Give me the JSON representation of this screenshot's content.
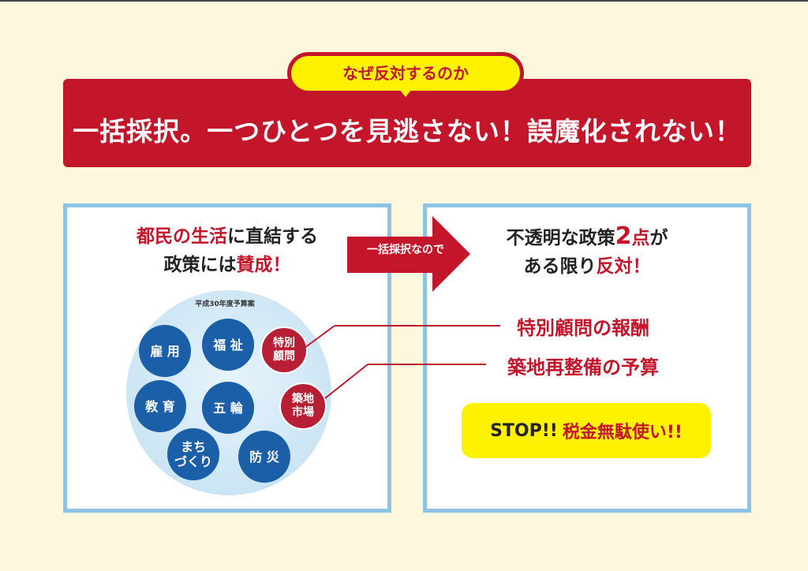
{
  "badge": {
    "label": "なぜ反対するのか"
  },
  "ribbon": {
    "title": "一括採択。一つひとつを見逃さない！誤魔化されない！"
  },
  "left": {
    "heading": [
      {
        "parts": [
          {
            "text": "都民の生活",
            "red": true
          },
          {
            "text": "に直結する",
            "red": false
          }
        ]
      },
      {
        "parts": [
          {
            "text": "政策には",
            "red": false
          },
          {
            "text": "賛成！",
            "red": true
          }
        ]
      }
    ],
    "budget_title": "平成30年度予算案",
    "circles": [
      {
        "id": "koyou",
        "lines": [
          "雇 用"
        ],
        "color": "blue"
      },
      {
        "id": "fukushi",
        "lines": [
          "福 祉"
        ],
        "color": "blue"
      },
      {
        "id": "tokubetsu",
        "lines": [
          "特別",
          "顧問"
        ],
        "color": "red"
      },
      {
        "id": "kyouiku",
        "lines": [
          "教 育"
        ],
        "color": "blue"
      },
      {
        "id": "gorin",
        "lines": [
          "五 輪"
        ],
        "color": "blue"
      },
      {
        "id": "tsukiji",
        "lines": [
          "築地",
          "市場"
        ],
        "color": "red"
      },
      {
        "id": "machi",
        "lines": [
          "まち",
          "づくり"
        ],
        "color": "blue"
      },
      {
        "id": "bousai",
        "lines": [
          "防 災"
        ],
        "color": "blue"
      }
    ]
  },
  "arrow": {
    "label": "一括採択なので"
  },
  "right": {
    "heading_line1": {
      "pre": "不透明な政策",
      "num": "2",
      "unit": "点",
      "post": "が"
    },
    "heading_line2": {
      "pre": "ある限り",
      "red": "反対！"
    },
    "items": [
      "特別顧問の報酬",
      "築地再整備の予算"
    ],
    "stop_black": "STOP!!",
    "stop_red": "税金無駄使い!!"
  },
  "colors": {
    "red": "#c4162b",
    "blue": "#1a5fa8",
    "yellow": "#fff200",
    "panel_border": "#8fc3e6",
    "background": "#fdf8dd"
  }
}
